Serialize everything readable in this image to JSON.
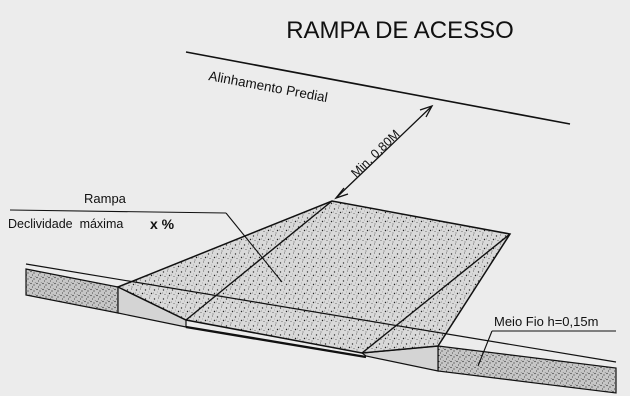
{
  "title": "RAMPA DE ACESSO",
  "labels": {
    "building_line": "Alinhamento Predial",
    "min_distance": "Min. 0,80M",
    "ramp": "Rampa",
    "max_slope_prefix": "Declividade  máxima",
    "max_slope_value": "x %",
    "curb": "Meio Fio h=0,15m"
  },
  "colors": {
    "background": "#ececec",
    "line": "#111111",
    "fill": "#d6d6d6"
  }
}
